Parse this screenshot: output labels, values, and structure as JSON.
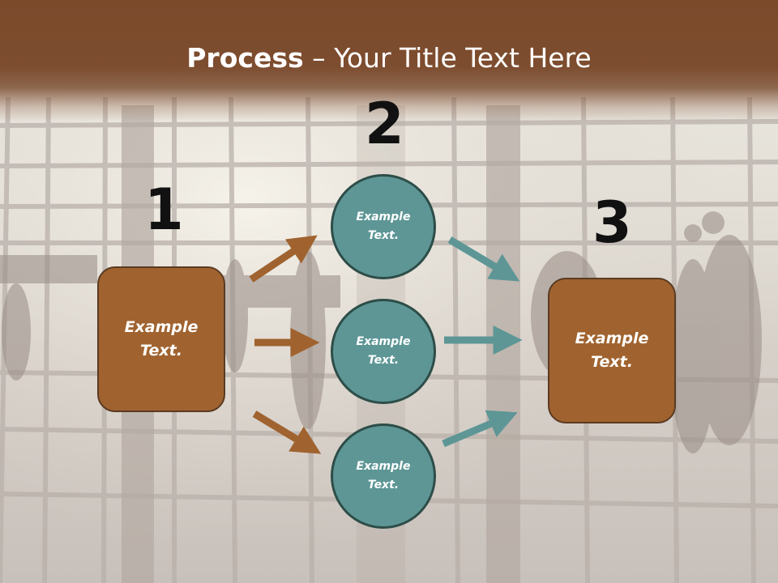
{
  "slide": {
    "title_bold": "Process",
    "title_rest": " – Your Title Text Here",
    "colors": {
      "header": "#7b4a2b",
      "box_fill": "#a0632f",
      "box_border": "#5a3a22",
      "circle_fill": "#5e9696",
      "circle_border": "#2d4d48",
      "arrow_brown": "#a0632f",
      "arrow_teal": "#5e9696"
    },
    "steps": [
      {
        "number": "1",
        "label_line1": "Example",
        "label_line2": "Text."
      },
      {
        "number": "2"
      },
      {
        "number": "3",
        "label_line1": "Example",
        "label_line2": "Text."
      }
    ],
    "circles": [
      {
        "label_line1": "Example",
        "label_line2": "Text."
      },
      {
        "label_line1": "Example",
        "label_line2": "Text."
      },
      {
        "label_line1": "Example",
        "label_line2": "Text."
      }
    ]
  }
}
